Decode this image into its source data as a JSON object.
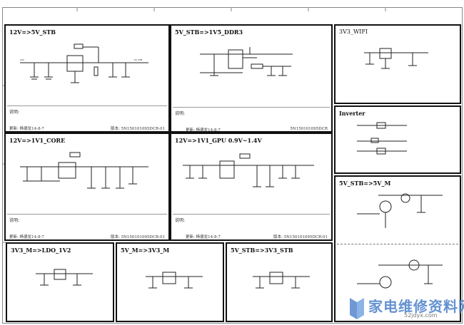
{
  "panels": [
    {
      "title": "12V=>5V_STB",
      "note": "说明:",
      "author": "更新: 杨德龙14-8-7",
      "version": "版本: 5N150101095DCR-01"
    },
    {
      "title": "5V_STB=>1V5_DDR3",
      "note": "说明:",
      "author": "更新: 杨德龙14-8-7",
      "version": "5N150101095DCR"
    },
    {
      "title": "3V3_WIFI"
    },
    {
      "title": "Inverter"
    },
    {
      "title": "12V=>1V1_CORE",
      "note": "说明:",
      "author": "更新: 杨德龙14-8-7",
      "version": "版本: 5N150101095DCR-01"
    },
    {
      "title": "12V=>1V1_GPU 0.9V~1.4V",
      "note": "说明:",
      "author": "更新: 杨德龙14-8-7",
      "version": "版本: 5N150101095DCR-01"
    },
    {
      "title": "5V_STB=>5V_M"
    },
    {
      "title": "3V3_M=>LDO_1V2"
    },
    {
      "title": "5V_M=>3V3_M"
    },
    {
      "title": "5V_STB=>3V3_STB"
    }
  ],
  "watermark": {
    "text": "家电维修资料网",
    "url": "52jdyx.com"
  }
}
